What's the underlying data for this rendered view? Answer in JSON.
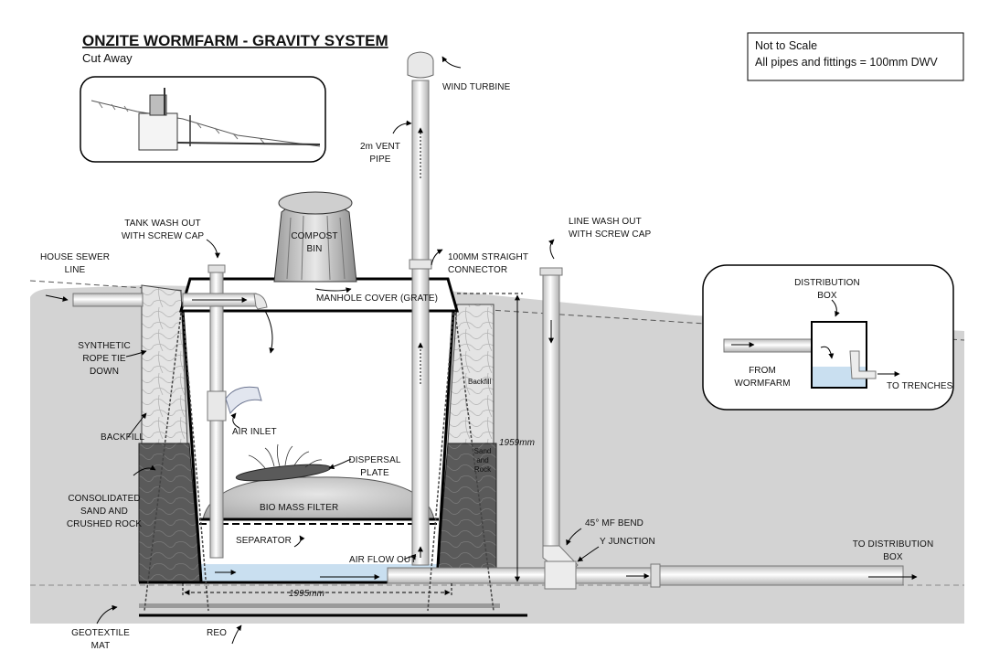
{
  "title": "ONZITE WORMFARM - GRAVITY SYSTEM",
  "subtitle": "Cut Away",
  "notes": [
    "Not to Scale",
    "All pipes and fittings = 100mm DWV"
  ],
  "labels": {
    "wind_turbine": "WIND TURBINE",
    "vent_pipe": [
      "2m VENT",
      "PIPE"
    ],
    "tank_wash_out": [
      "TANK WASH OUT",
      "WITH SCREW CAP"
    ],
    "compost_bin": [
      "COMPOST",
      "BIN"
    ],
    "straight_connector": [
      "100MM STRAIGHT",
      "CONNECTOR"
    ],
    "line_wash_out": [
      "LINE WASH OUT",
      "WITH SCREW CAP"
    ],
    "house_sewer_line": [
      "HOUSE SEWER",
      "LINE"
    ],
    "manhole_cover": "MANHOLE COVER (GRATE)",
    "synthetic_rope": [
      "SYNTHETIC",
      "ROPE TIE",
      "DOWN"
    ],
    "backfill_inner": "Backfill",
    "air_inlet": "AIR INLET",
    "backfill": "BACKFILL",
    "depth": "1959mm",
    "sand_and_rock": [
      "Sand",
      "and",
      "Rock"
    ],
    "dispersal_plate": [
      "DISPERSAL",
      "PLATE"
    ],
    "consolidated": [
      "CONSOLIDATED",
      "SAND AND",
      "CRUSHED ROCK"
    ],
    "bio_mass_filter": "BIO MASS FILTER",
    "separator": "SEPARATOR",
    "air_flow_out": "AIR FLOW OUT",
    "bend": "45° MF BEND",
    "y_junction": "Y JUNCTION",
    "width": "1995mm",
    "geotextile_mat": [
      "GEOTEXTILE",
      "MAT"
    ],
    "reo": "REO",
    "distribution_box": [
      "DISTRIBUTION",
      "BOX"
    ],
    "from_wormfarm": [
      "FROM",
      "WORMFARM"
    ],
    "to_trenches": "TO TRENCHES",
    "to_distribution_box": [
      "TO DISTRIBUTION",
      "BOX"
    ]
  },
  "colors": {
    "ground": "#d3d3d3",
    "rock": "#575757",
    "water": "#c9dff0",
    "pipe": "#f2f2f2",
    "outline": "#000000"
  }
}
